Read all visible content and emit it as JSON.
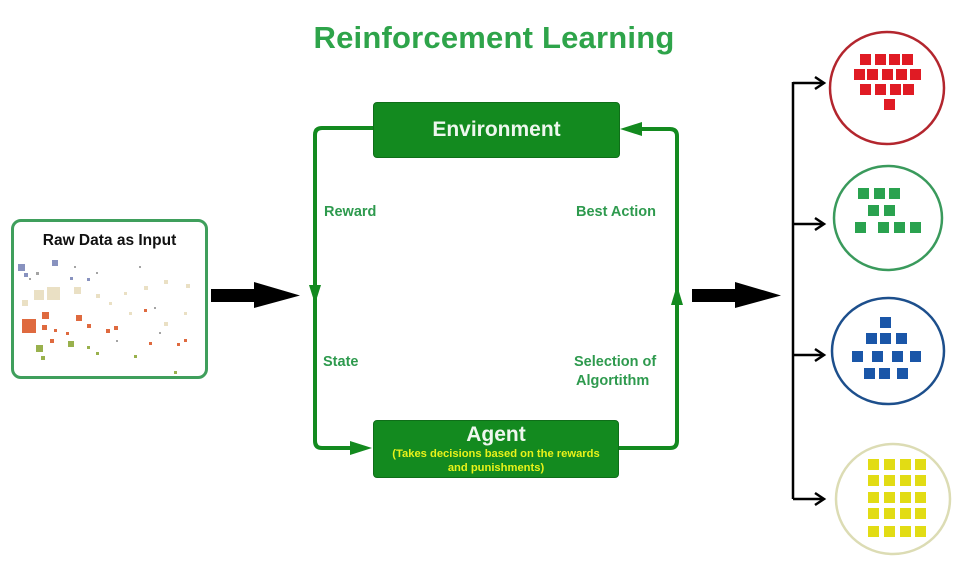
{
  "title": "Reinforcement Learning",
  "input": {
    "label": "Raw Data as Input",
    "border_color": "#3f9f5c",
    "scatter_colors": [
      "#7b86b8",
      "#e3d6b0",
      "#dc5a2a",
      "#8ea83a",
      "#9a9a9a"
    ]
  },
  "loop": {
    "environment": {
      "label": "Environment"
    },
    "agent": {
      "label": "Agent",
      "sublabel_line1": "(Takes decisions based on the rewards",
      "sublabel_line2": "and punishments)"
    },
    "edges": {
      "reward": "Reward",
      "state": "State",
      "best_action": "Best Action",
      "selection_line1": "Selection of",
      "selection_line2": "Algortithm"
    },
    "colors": {
      "box_fill": "#138a1f",
      "line": "#138a1f",
      "label": "#2e9a4e",
      "sublabel": "#e8f21a"
    }
  },
  "outputs": [
    {
      "name": "red-cluster",
      "color": "#e01b24",
      "ring": "#b3262e",
      "item_count": 14
    },
    {
      "name": "green-cluster",
      "color": "#2aa24f",
      "ring": "#3a9a5c",
      "item_count": 9
    },
    {
      "name": "blue-cluster",
      "color": "#1a56a8",
      "ring": "#1d4f8c",
      "item_count": 11
    },
    {
      "name": "yellow-cluster",
      "color": "#e2dc14",
      "ring": "#dcdcb4",
      "item_count": 20
    }
  ]
}
